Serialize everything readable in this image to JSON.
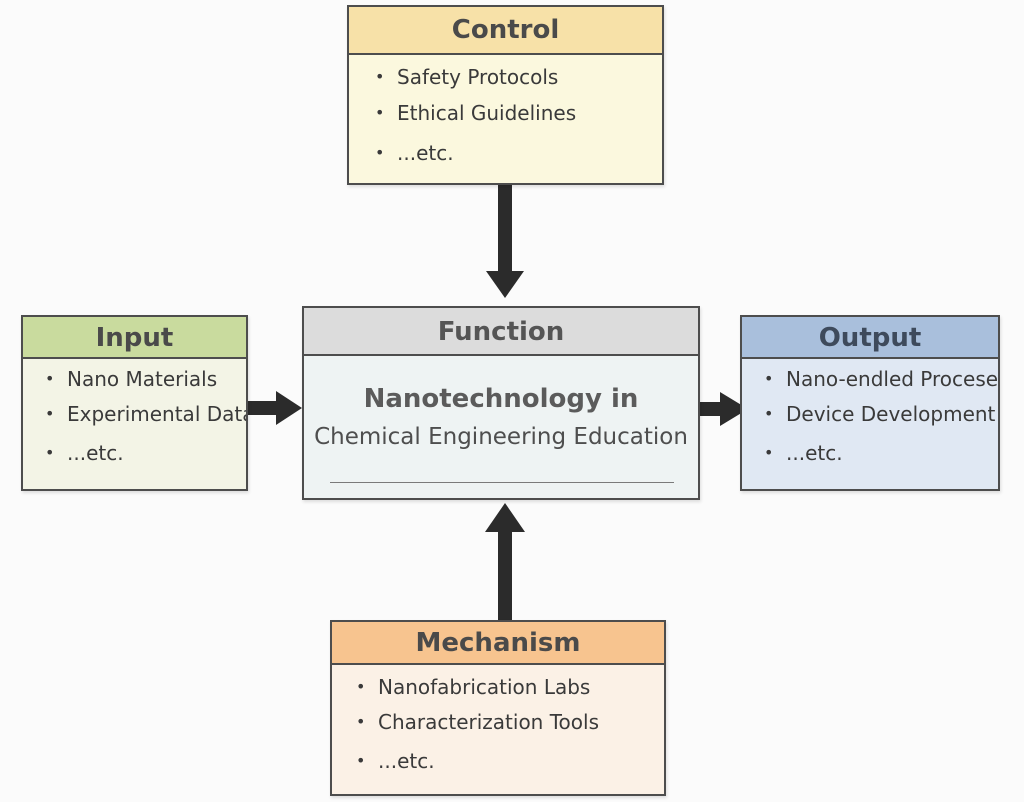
{
  "control": {
    "title": "Control",
    "items": [
      "Safety Protocols",
      "Ethical Guidelines",
      "...etc."
    ]
  },
  "input": {
    "title": "Input",
    "items": [
      "Nano Materials",
      "Experimental Data",
      "...etc."
    ]
  },
  "function": {
    "title": "Function",
    "line1": "Nanotechnology in",
    "line2": "Chemical Engineering Education"
  },
  "output": {
    "title": "Output",
    "items": [
      "Nano-endled Proceses",
      "Device Development",
      "...etc."
    ]
  },
  "mechanism": {
    "title": "Mechanism",
    "items": [
      "Nanofabrication Labs",
      "Characterization Tools",
      "...etc."
    ]
  },
  "colors": {
    "control_header": "#f7e1a8",
    "input_header": "#c9db9e",
    "function_header": "#dcdcdc",
    "output_header": "#a9bfdc",
    "mechanism_header": "#f7c48f",
    "arrow": "#2b2b2b"
  }
}
